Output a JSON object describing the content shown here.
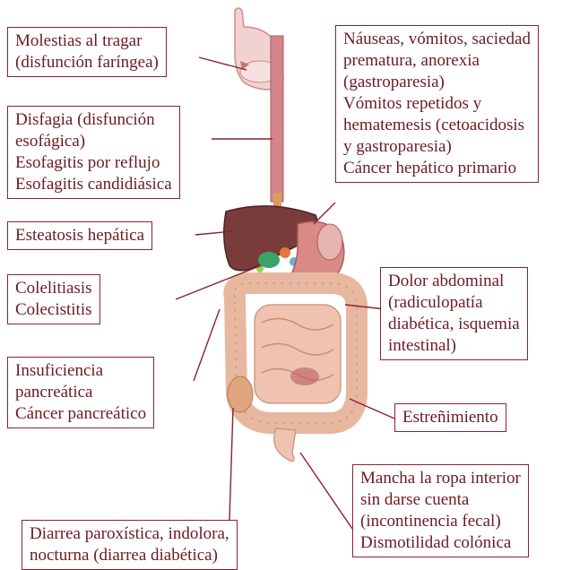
{
  "labels": {
    "pharynx": [
      "Molestias al tragar",
      "(disfunción faríngea)"
    ],
    "esophagus": [
      "Disfagia (disfunción",
      "esofágica)",
      "Esofagitis por reflujo",
      "Esofagitis candidiásica"
    ],
    "liver": [
      "Esteatosis hepática"
    ],
    "gallbladder": [
      "Colelitiasis",
      "Colecistitis"
    ],
    "pancreas": [
      "Insuficiencia",
      "pancreática",
      "Cáncer pancreático"
    ],
    "diarrhea": [
      "Diarrea paroxística, indolora,",
      "nocturna (diarrea diabética)"
    ],
    "stomach": [
      "Náuseas, vómitos, saciedad",
      "prematura, anorexia",
      "(gastroparesia)",
      "Vómitos repetidos y",
      "hematemesis (cetoacidosis",
      "y gastroparesia)",
      "Cáncer hepático primario"
    ],
    "abdominal": [
      "Dolor abdominal",
      "(radiculopatía",
      "diabética, isquemia",
      "intestinal)"
    ],
    "constipation": [
      "Estreñimiento"
    ],
    "colon": [
      "Mancha la ropa interior",
      "sin darse cuenta",
      "(incontinencia fecal)",
      "Dismotilidad colónica"
    ]
  },
  "colors": {
    "border": "#8b2232",
    "text": "#6b1a22",
    "liver": "#7a3b3b",
    "stomach": "#d98a86",
    "intestine": "#f0c2b0",
    "esophagus": "#d4858a"
  }
}
